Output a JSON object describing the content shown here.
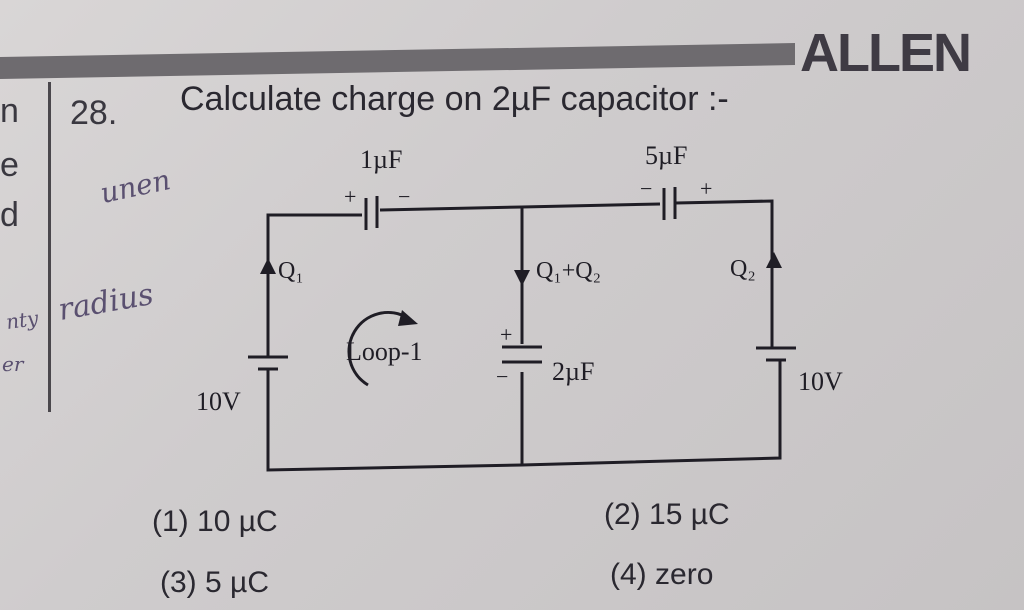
{
  "header": {
    "brand": "ALLEN"
  },
  "margin": {
    "chars": [
      "n",
      "e",
      "d"
    ]
  },
  "question": {
    "number": "28.",
    "text": "Calculate charge on 2µF capacitor :-"
  },
  "handwriting": {
    "note1": "unen",
    "note2": "radius",
    "note3": "nty",
    "note4": "er"
  },
  "circuit": {
    "cap_left": {
      "label": "1µF",
      "plus": "+",
      "minus": "−"
    },
    "cap_right": {
      "label": "5µF",
      "plus": "+",
      "minus": "−"
    },
    "cap_middle": {
      "label": "2µF",
      "plus": "+",
      "minus": "−"
    },
    "battery_left": "10V",
    "battery_right": "10V",
    "current_left": "Q₁",
    "current_middle": "Q₁+Q₂",
    "current_right": "Q₂",
    "loop_label": "Loop-1"
  },
  "options": [
    {
      "num": "(1)",
      "text": "10 µC"
    },
    {
      "num": "(2)",
      "text": "15 µC"
    },
    {
      "num": "(3)",
      "text": "5 µC"
    },
    {
      "num": "(4)",
      "text": "zero"
    }
  ]
}
